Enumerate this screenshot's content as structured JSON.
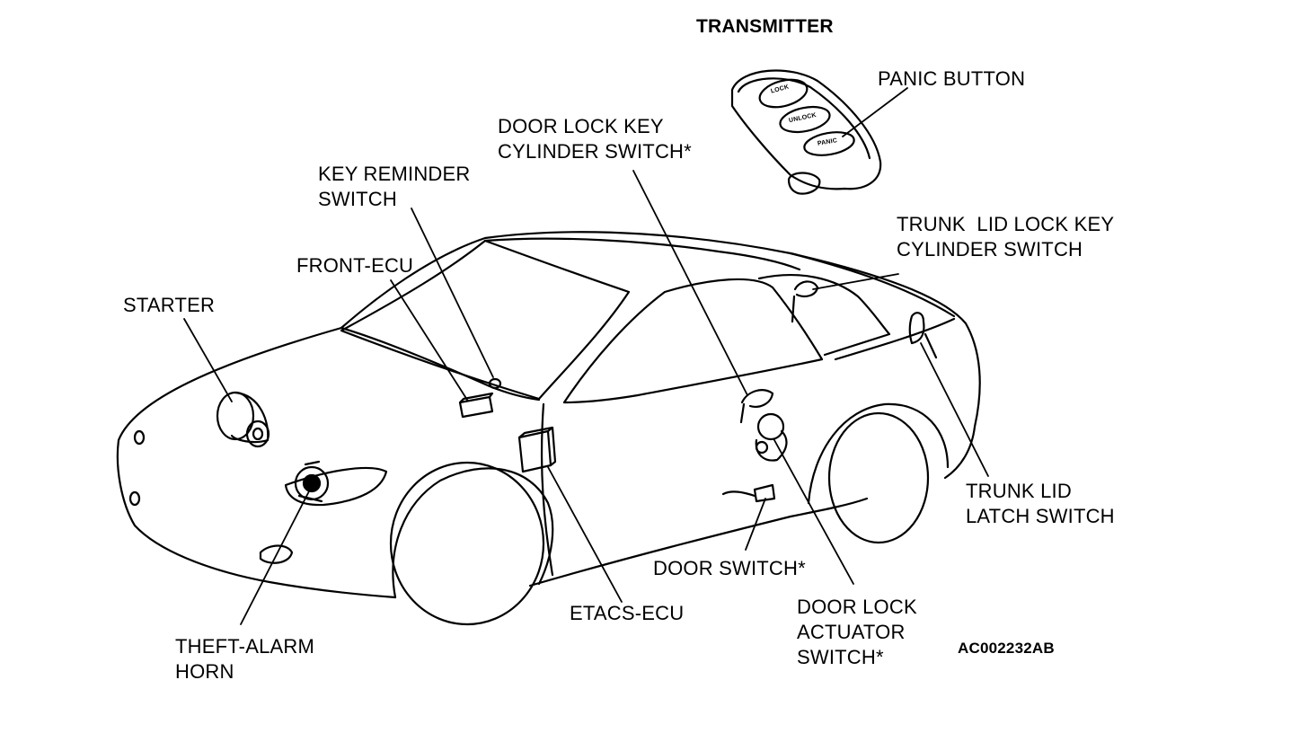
{
  "diagram": {
    "transmitter_title": "TRANSMITTER",
    "figure_code": "AC002232AB",
    "transmitter_buttons": [
      "LOCK",
      "UNLOCK",
      "PANIC"
    ],
    "labels": {
      "panic_button": [
        "PANIC BUTTON"
      ],
      "door_lock_key_cylinder_switch": [
        "DOOR LOCK KEY",
        "CYLINDER SWITCH*"
      ],
      "key_reminder_switch": [
        "KEY REMINDER",
        "SWITCH"
      ],
      "front_ecu": [
        "FRONT-ECU"
      ],
      "trunk_lid_lock_key_cylinder_switch": [
        "TRUNK  LID LOCK KEY",
        "CYLINDER SWITCH"
      ],
      "starter": [
        "STARTER"
      ],
      "trunk_lid_latch_switch": [
        "TRUNK LID",
        "LATCH SWITCH"
      ],
      "door_switch": [
        "DOOR SWITCH*"
      ],
      "door_lock_actuator_switch": [
        "DOOR LOCK",
        "ACTUATOR",
        "SWITCH*"
      ],
      "etacs_ecu": [
        "ETACS-ECU"
      ],
      "theft_alarm_horn": [
        "THEFT-ALARM",
        "HORN"
      ]
    },
    "colors": {
      "ink": "#000000",
      "paper": "#ffffff"
    }
  }
}
